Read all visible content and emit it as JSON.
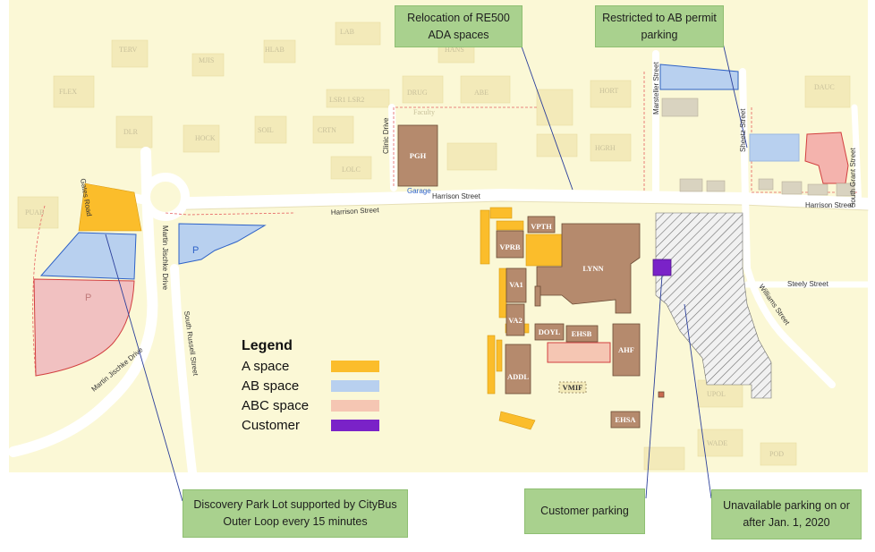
{
  "map": {
    "streets": {
      "harrison_street_west": "Harrison Street",
      "harrison_street_mid": "Harrison Street",
      "harrison_street_east": "Harrison Street",
      "gates_road": "Gates Road",
      "martin_jischke_drive_n": "Martin Jischke Drive",
      "martin_jischke_drive_s": "Martin Jischke Drive",
      "south_russell_street": "South Russell Street",
      "clinic_drive": "Clinic Drive",
      "marsteller_street": "Marsteller Street",
      "sheetz_street": "Sheetz Street",
      "south_grant_street": "South Grant Street",
      "steely_street": "Steely Street",
      "williams_street": "Williams Street"
    },
    "buildings": {
      "pgh": "PGH",
      "garage": "Garage",
      "lynn": "LYNN",
      "vpth": "VPTH",
      "vprb": "VPRB",
      "va1": "VA1",
      "va2": "VA2",
      "doyl": "DOYL",
      "ehsb": "EHSB",
      "ahf": "AHF",
      "addl": "ADDL",
      "vmif": "VMIF",
      "ehsa": "EHSA",
      "lab": "LAB",
      "terv": "TERV",
      "mjis": "MJIS",
      "hlab": "HLAB",
      "flex": "FLEX",
      "dlr": "DLR",
      "hock": "HOCK",
      "soil": "SOIL",
      "crtn": "CRTN",
      "lolc": "LOLC",
      "drug": "DRUG",
      "abe": "ABE",
      "lsr": "LSR1 LSR2",
      "hort": "HORT",
      "hgrh": "HGRH",
      "dauc": "DAUC",
      "puab": "PUAB",
      "upol": "UPOL",
      "wade": "WADE",
      "pod": "POD",
      "hans": "HANS",
      "faculty": "Faculty"
    },
    "lot_markers": {
      "lot_p_blue": "P",
      "lot_p_red": "P"
    }
  },
  "legend": {
    "title": "Legend",
    "items": [
      {
        "label": "A space",
        "color": "#fbbd2b"
      },
      {
        "label": "AB space",
        "color": "#b8d0ef"
      },
      {
        "label": "ABC space",
        "color": "#f5c6b3"
      },
      {
        "label": "Customer",
        "color": "#7a22c8"
      }
    ]
  },
  "callouts": {
    "relocation": "Relocation of RE500 ADA spaces",
    "restricted": "Restricted to AB permit parking",
    "discovery": "Discovery Park Lot supported by CityBus Outer Loop every 15 minutes",
    "customer": "Customer parking",
    "unavailable": "Unavailable parking on or after Jan. 1, 2020"
  },
  "colors": {
    "map_background": "#fbf8d6",
    "road": "#ffffff",
    "building": "#b58a6d",
    "a_space": "#fbbd2b",
    "ab_space": "#b8d0ef",
    "abc_space": "#f5c6b3",
    "customer": "#7a22c8",
    "callout": "#a9d18e"
  }
}
